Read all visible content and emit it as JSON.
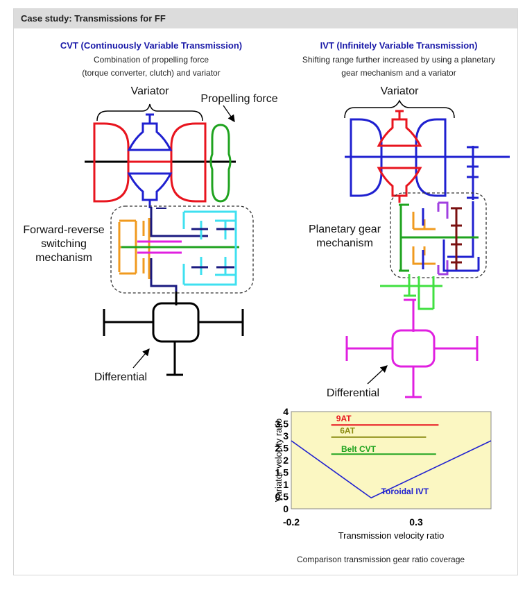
{
  "header": {
    "title": "Case study: Transmissions for FF"
  },
  "cvt": {
    "title": "CVT (Continuously Variable Transmission)",
    "desc_line1": "Combination of propelling force",
    "desc_line2": "(torque converter, clutch) and variator",
    "variator_label": "Variator",
    "propelling_label": "Propelling force",
    "switching_line1": "Forward-reverse",
    "switching_line2": "switching",
    "switching_line3": "mechanism",
    "differential_label": "Differential"
  },
  "ivt": {
    "title": "IVT (Infinitely Variable Transmission)",
    "desc_line1": "Shifting range further increased by using a planetary",
    "desc_line2": "gear mechanism and a variator",
    "variator_label": "Variator",
    "planetary_line1": "Planetary gear",
    "planetary_line2": "mechanism",
    "differential_label": "Differential"
  },
  "colors": {
    "red": "#e8141e",
    "blue": "#1f20d0",
    "green": "#1fa31f",
    "orange": "#f09a1e",
    "cyan": "#3fe0f0",
    "magenta": "#e020e0",
    "navy": "#1a1a80",
    "darkred": "#7a1010",
    "purple": "#a040e0",
    "lime": "#40e040",
    "chart_bg": "#fbf7c2"
  },
  "chart_data": {
    "type": "line",
    "xlabel": "Transmission velocity ratio",
    "ylabel": "Variator velocity ratio",
    "xticks": [
      "-0.2",
      "0.3"
    ],
    "yticks": [
      "0",
      "0.5",
      "1",
      "1.5",
      "2",
      "2.5",
      "3",
      "3.5",
      "4"
    ],
    "ylim": [
      0,
      4
    ],
    "xlim": [
      -0.2,
      0.6
    ],
    "series": [
      {
        "name": "9AT",
        "color": "#e8141e",
        "x": [
          -0.04,
          0.39
        ],
        "y": [
          3.45,
          3.45
        ]
      },
      {
        "name": "6AT",
        "color": "#8a8a10",
        "x": [
          -0.04,
          0.34
        ],
        "y": [
          2.95,
          2.95
        ]
      },
      {
        "name": "Belt CVT",
        "color": "#1fa31f",
        "x": [
          -0.04,
          0.38
        ],
        "y": [
          2.25,
          2.25
        ]
      },
      {
        "name": "Toroidal IVT",
        "color": "#1f20d0",
        "x": [
          -0.2,
          0.12,
          0.6
        ],
        "y": [
          2.8,
          0.45,
          2.8
        ]
      }
    ],
    "grid": false,
    "caption": "Comparison transmission gear ratio coverage"
  }
}
